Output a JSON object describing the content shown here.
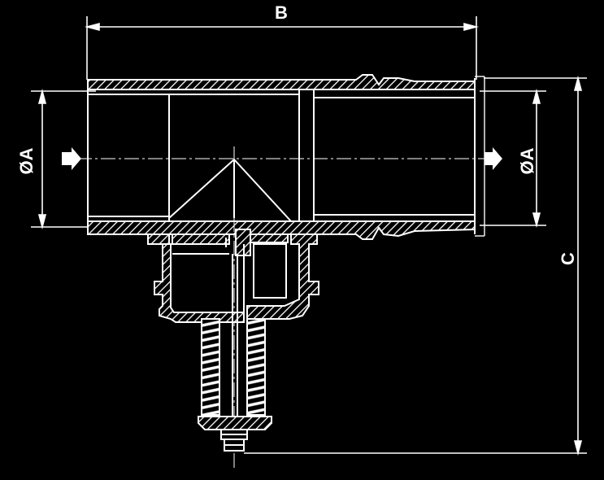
{
  "dimensions": {
    "b_label": "B",
    "a_left_label": "ØA",
    "a_right_label": "ØA",
    "c_label": "C"
  },
  "flow": {
    "inlet_arrow_icon": "arrow-right-icon",
    "outlet_arrow_icon": "arrow-right-icon"
  },
  "colors": {
    "background": "#000000",
    "line": "#ffffff"
  }
}
